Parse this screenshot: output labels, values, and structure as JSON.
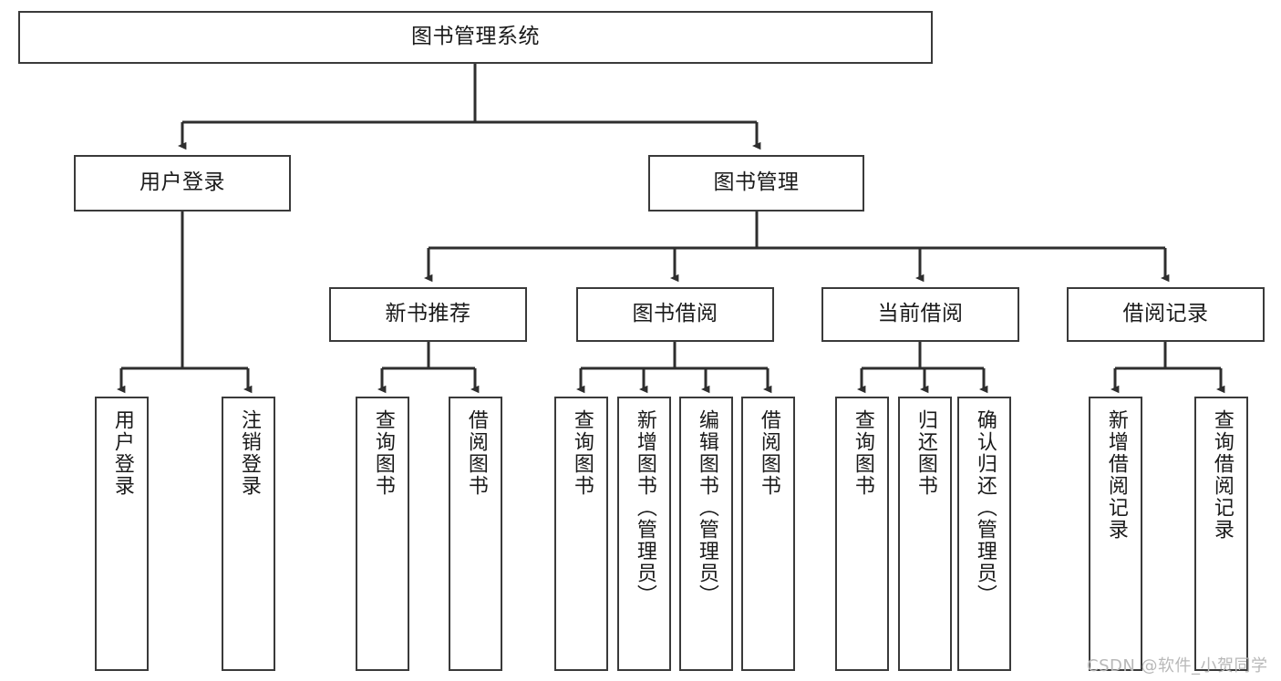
{
  "diagram": {
    "title": "图书管理系统",
    "type": "tree",
    "root": {
      "label": "图书管理系统"
    },
    "level2": [
      {
        "label": "用户登录"
      },
      {
        "label": "图书管理"
      }
    ],
    "level3": [
      {
        "label": "新书推荐"
      },
      {
        "label": "图书借阅"
      },
      {
        "label": "当前借阅"
      },
      {
        "label": "借阅记录"
      }
    ],
    "leaves": {
      "user_login": [
        {
          "label": "用户登录"
        },
        {
          "label": "注销登录"
        }
      ],
      "new_book_recommend": [
        {
          "label": "查询图书"
        },
        {
          "label": "借阅图书"
        }
      ],
      "book_borrow": [
        {
          "label": "查询图书"
        },
        {
          "label": "新增图书（管理员）"
        },
        {
          "label": "编辑图书（管理员）"
        },
        {
          "label": "借阅图书"
        }
      ],
      "current_borrow": [
        {
          "label": "查询图书"
        },
        {
          "label": "归还图书"
        },
        {
          "label": "确认归还（管理员）"
        }
      ],
      "borrow_record": [
        {
          "label": "新增借阅记录"
        },
        {
          "label": "查询借阅记录"
        }
      ]
    }
  },
  "watermark": {
    "text": "CSDN @软件_小贺同学"
  },
  "colors": {
    "stroke": "#3a3a3a",
    "background": "#ffffff",
    "text": "#1a1a1a",
    "watermark": "#b8b8b8"
  }
}
